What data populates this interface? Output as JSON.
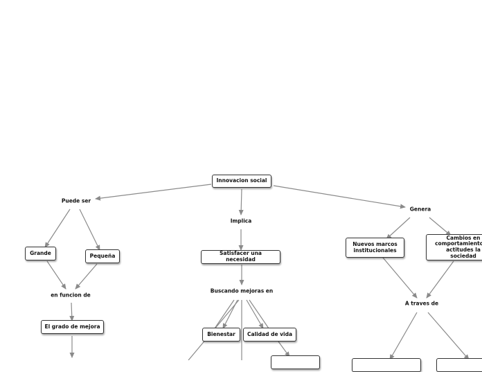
{
  "nodes": {
    "innovacion_social": "Innovacion social",
    "grande": "Grande",
    "pequena": "Pequeña",
    "grado_de_mejora": "El grado de mejora",
    "satisfacer": "Satisfacer una necesidad",
    "bienestar": "Bienestar",
    "calidad_de_vida": "Calidad de vida",
    "nuevos_marcos": "Nuevos marcos\ninstitucionales",
    "cambios": "Cambios en\ncomportamientos y\nactitudes la sociedad",
    "partial_bottom_center": "",
    "partial_bottom_right_1": "",
    "partial_bottom_right_2": ""
  },
  "labels": {
    "puede_ser": "Puede ser",
    "implica": "Implica",
    "genera": "Genera",
    "en_funcion_de": "en funcion de",
    "buscando_mejoras": "Buscando mejoras en",
    "a_traves_de": "A traves de"
  },
  "colors": {
    "edge": "#8a8a8a",
    "node_border": "#333333"
  }
}
